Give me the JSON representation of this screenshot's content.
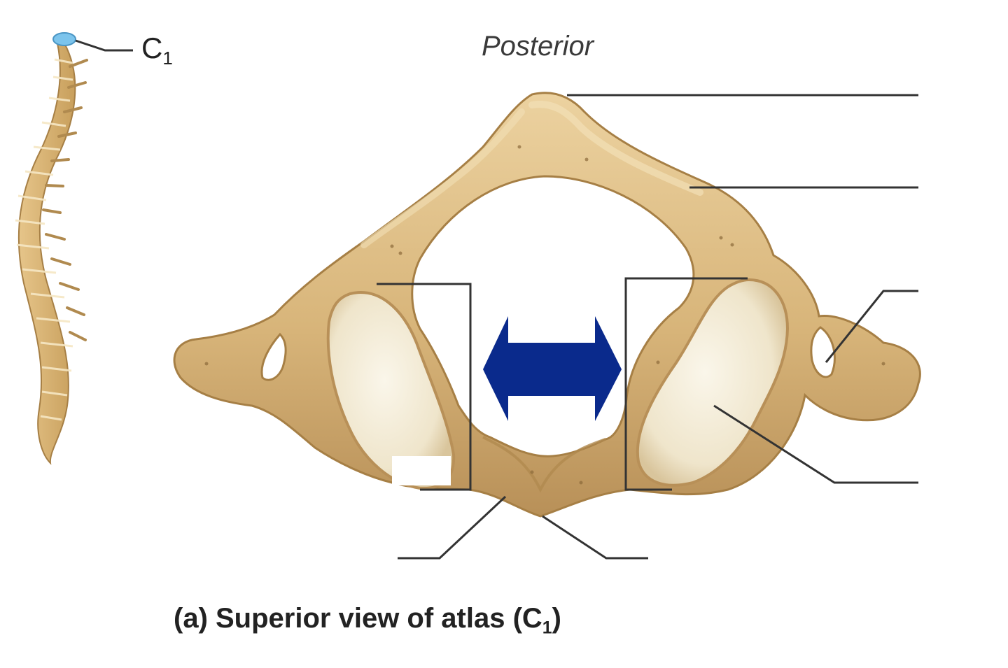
{
  "figure": {
    "orientation_label": "Posterior",
    "caption_prefix": "(a) Superior view of atlas (C",
    "caption_subscript": "1",
    "caption_suffix": ")",
    "vertebra_label": "C",
    "vertebra_subscript": "1"
  },
  "colors": {
    "bone": "#d8b57a",
    "bone_shadow": "#b08a4f",
    "bone_light": "#ecd6a6",
    "facet": "#f3ecd8",
    "arrow": "#0a2a8c",
    "leader_line": "#333333",
    "highlight": "#7cc4ec"
  },
  "blank_label_count": 8
}
